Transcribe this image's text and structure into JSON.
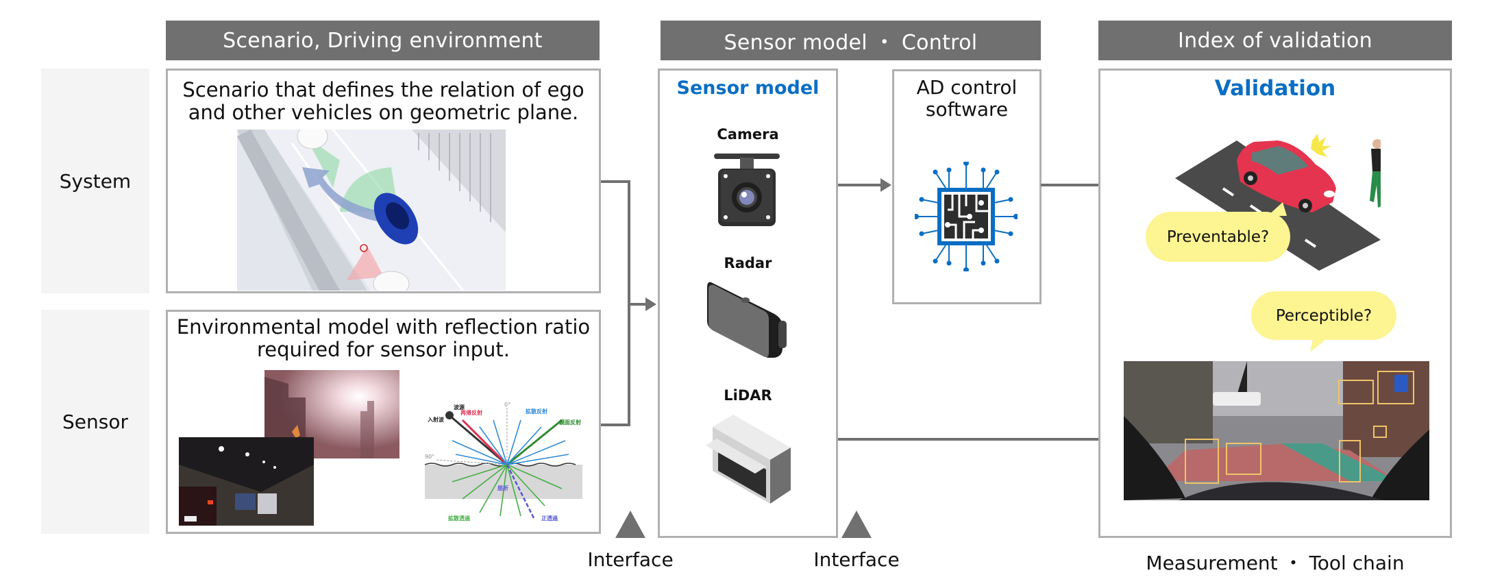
{
  "headers": {
    "scenario": "Scenario, Driving environment",
    "sensor_control": "Sensor model ・ Control",
    "validation_index": "Index of validation"
  },
  "rows": {
    "system": "System",
    "sensor": "Sensor"
  },
  "scenario_box": {
    "line1": "Scenario that defines the relation of ego",
    "line2": "and other vehicles on geometric plane.",
    "image": "highway-lane-change-illustration"
  },
  "environment_box": {
    "line1": "Environmental model with reflection ratio",
    "line2": "required for sensor input.",
    "photos": [
      "sun-glare-photo",
      "tunnel-traffic-photo"
    ],
    "reflection_diagram": {
      "labels": {
        "source": "波源",
        "incident": "入射波",
        "retro": "再帰反射",
        "diffuse_reflection": "拡散反射",
        "specular": "鏡面反射",
        "angle0": "0°",
        "angle90": "90°",
        "refraction": "屈折",
        "diffuse_transmission": "拡散透過",
        "regular_transmission": "正透過"
      }
    }
  },
  "sensor_model": {
    "title": "Sensor model",
    "sensors": [
      {
        "label": "Camera",
        "icon": "camera-icon"
      },
      {
        "label": "Radar",
        "icon": "radar-icon"
      },
      {
        "label": "LiDAR",
        "icon": "lidar-icon"
      }
    ]
  },
  "ad_control": {
    "line1": "AD control",
    "line2": "software",
    "icon": "circuit-chip-icon"
  },
  "validation": {
    "title": "Validation",
    "bubble_preventable": "Preventable?",
    "bubble_perceptible": "Perceptible?",
    "images": [
      "pedestrian-collision-illustration",
      "object-detection-dashcam-photo"
    ]
  },
  "footer": {
    "interface_1": "Interface",
    "interface_2": "Interface",
    "toolchain": "Measurement ・ Tool chain"
  },
  "colors": {
    "header_bg": "#707070",
    "accent_blue": "#0a6ec4",
    "bubble_yellow": "#fdf492",
    "row_label_bg": "#f4f4f4",
    "box_border": "#b0b0b0"
  }
}
